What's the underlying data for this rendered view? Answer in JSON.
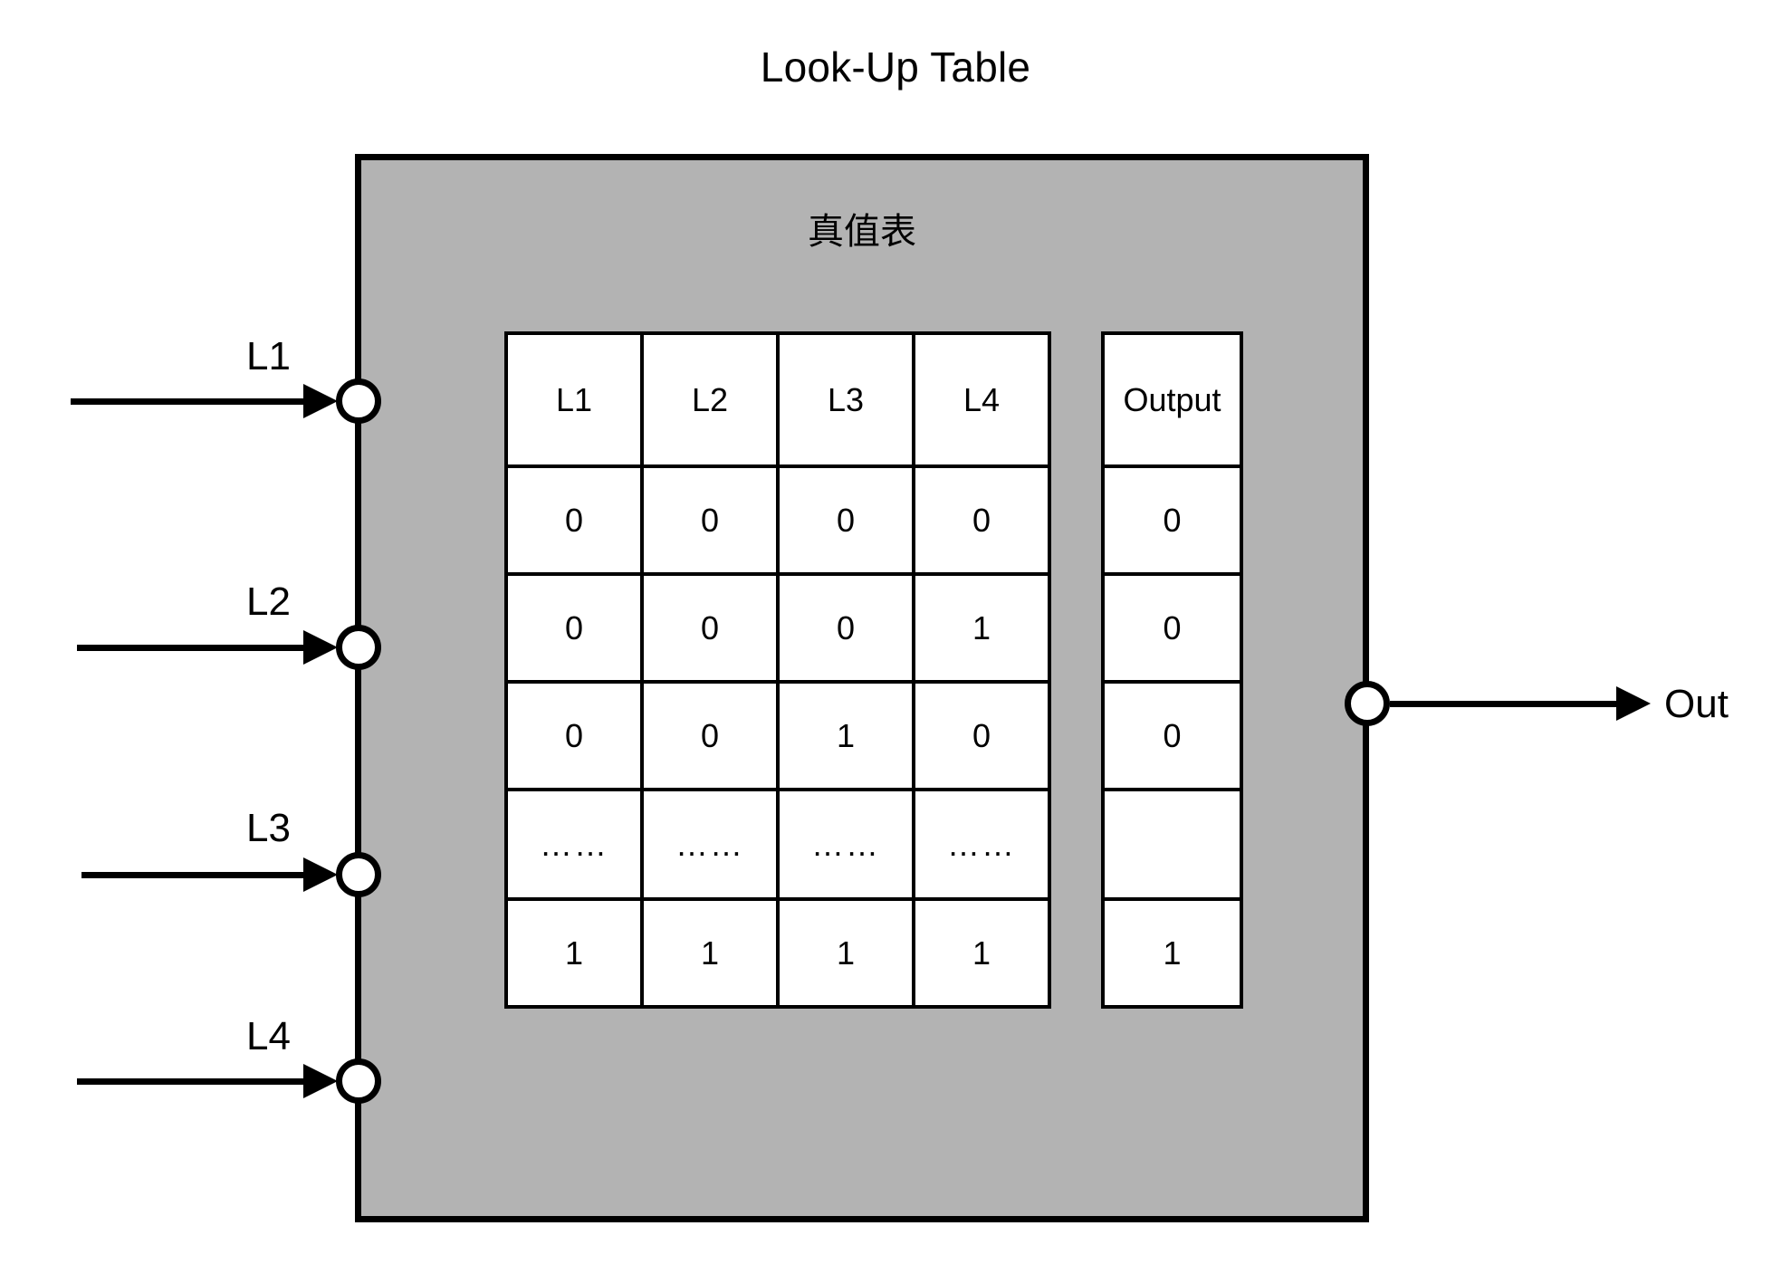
{
  "title": "Look-Up Table",
  "box": {
    "subtitle": "真值表",
    "fill_color": "#b3b3b3",
    "stroke_color": "#000000"
  },
  "inputs": [
    {
      "label": "L1"
    },
    {
      "label": "L2"
    },
    {
      "label": "L3"
    },
    {
      "label": "L4"
    }
  ],
  "output": {
    "label": "Out"
  },
  "truth_table": {
    "input_headers": [
      "L1",
      "L2",
      "L3",
      "L4"
    ],
    "output_header": "Output",
    "rows": [
      {
        "inputs": [
          "0",
          "0",
          "0",
          "0"
        ],
        "output": "0"
      },
      {
        "inputs": [
          "0",
          "0",
          "0",
          "1"
        ],
        "output": "0"
      },
      {
        "inputs": [
          "0",
          "0",
          "1",
          "0"
        ],
        "output": "0"
      },
      {
        "inputs": [
          "……",
          "……",
          "……",
          "……"
        ],
        "output": ""
      },
      {
        "inputs": [
          "1",
          "1",
          "1",
          "1"
        ],
        "output": "1"
      }
    ]
  }
}
